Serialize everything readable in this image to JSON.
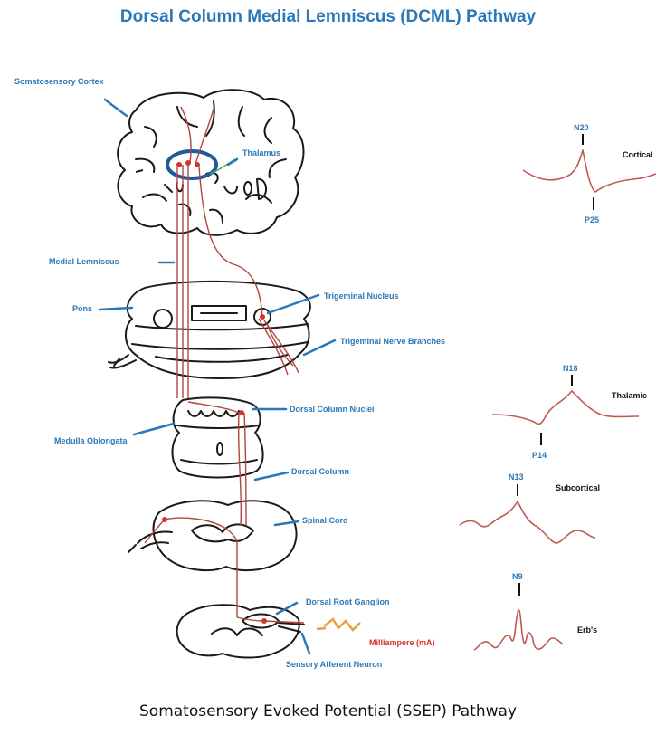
{
  "title": "Dorsal Column Medial Lemniscus (DCML) Pathway",
  "footer": "Somatosensory Evoked Potential (SSEP) Pathway",
  "anatomy_labels": {
    "somatosensory_cortex": "Somatosensory Cortex",
    "thalamus": "Thalamus",
    "medial_lemniscus": "Medial Lemniscus",
    "pons": "Pons",
    "trigeminal_nucleus": "Trigeminal Nucleus",
    "trigeminal_nerve_branches": "Trigeminal Nerve Branches",
    "dorsal_column_nuclei": "Dorsal Column Nuclei",
    "medulla_oblongata": "Medulla Oblongata",
    "dorsal_column": "Dorsal Column",
    "spinal_cord": "Spinal Cord",
    "dorsal_root_ganglion": "Dorsal Root Ganglion",
    "milliampere": "Milliampere (mA)",
    "sensory_afferent_neuron": "Sensory Afferent Neuron"
  },
  "waveforms": {
    "cortical": {
      "label": "Cortical",
      "peak_up": "N20",
      "peak_down": "P25"
    },
    "thalamic": {
      "label": "Thalamic",
      "peak_up": "N18",
      "peak_down": "P14"
    },
    "subcortical": {
      "label": "Subcortical",
      "peak_up": "N13"
    },
    "erbs": {
      "label": "Erb's",
      "peak_up": "N9"
    }
  },
  "colors": {
    "title": "#2a78b8",
    "label_blue": "#2a78b8",
    "tract_red": "#b0463f",
    "stimulus_red": "#d8312a",
    "lightning": "#e8a13a"
  }
}
